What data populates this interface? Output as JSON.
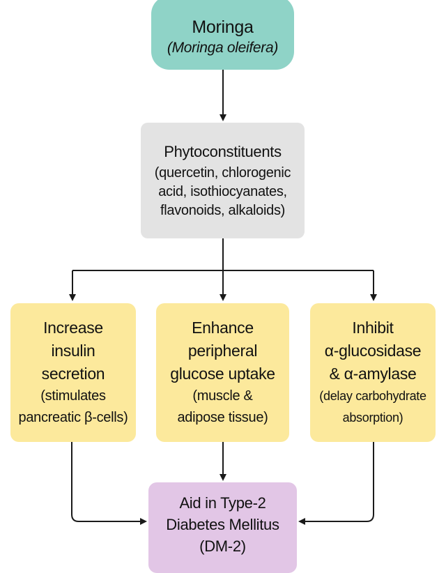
{
  "diagram": {
    "nodes": {
      "root": {
        "title": "Moringa",
        "subtitle": "(Moringa oleifera)",
        "color": "#8fd3c7"
      },
      "phyto": {
        "title": "Phytoconstituents",
        "subtitle_lines": [
          "(quercetin, chlorogenic",
          "acid, isothiocyanates,",
          "flavonoids, alkaloids)"
        ],
        "color": "#e3e3e3"
      },
      "insulin": {
        "title_lines": [
          "Increase",
          "insulin",
          "secretion"
        ],
        "subtitle_lines": [
          "(stimulates",
          "pancreatic β-cells)"
        ],
        "color": "#fce99c"
      },
      "uptake": {
        "title_lines": [
          "Enhance",
          "peripheral",
          "glucose uptake"
        ],
        "subtitle_lines": [
          "(muscle &",
          "adipose tissue)"
        ],
        "color": "#fce99c"
      },
      "inhibit": {
        "title_lines": [
          "Inhibit",
          "α-glucosidase",
          "& α-amylase"
        ],
        "subtitle_lines": [
          "(delay carbohydrate",
          "absorption)"
        ],
        "color": "#fce99c"
      },
      "outcome": {
        "title_lines": [
          "Aid in Type-2",
          "Diabetes Mellitus",
          "(DM-2)"
        ],
        "color": "#e2c6e6"
      }
    },
    "edges": [
      {
        "from": "root",
        "to": "phyto"
      },
      {
        "from": "phyto",
        "to": "insulin"
      },
      {
        "from": "phyto",
        "to": "uptake"
      },
      {
        "from": "phyto",
        "to": "inhibit"
      },
      {
        "from": "insulin",
        "to": "outcome"
      },
      {
        "from": "uptake",
        "to": "outcome"
      },
      {
        "from": "inhibit",
        "to": "outcome"
      }
    ],
    "edge_color": "#1a1a1a"
  }
}
